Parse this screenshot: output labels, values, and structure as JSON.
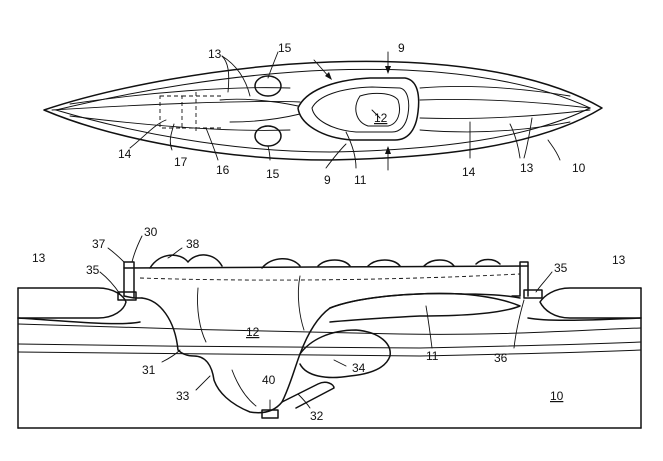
{
  "figure": {
    "top_view": {
      "labels": {
        "l9a": "9",
        "l9b": "9",
        "l10": "10",
        "l11": "11",
        "l12": "12",
        "l13a": "13",
        "l13b": "13",
        "l14a": "14",
        "l14b": "14",
        "l15a": "15",
        "l15b": "15",
        "l16": "16",
        "l17": "17"
      }
    },
    "section_view": {
      "labels": {
        "l10": "10",
        "l11": "11",
        "l12": "12",
        "l13a": "13",
        "l13b": "13",
        "l30": "30",
        "l31": "31",
        "l32": "32",
        "l33": "33",
        "l34": "34",
        "l35a": "35",
        "l35b": "35",
        "l36": "36",
        "l37": "37",
        "l38": "38",
        "l40": "40"
      }
    }
  }
}
